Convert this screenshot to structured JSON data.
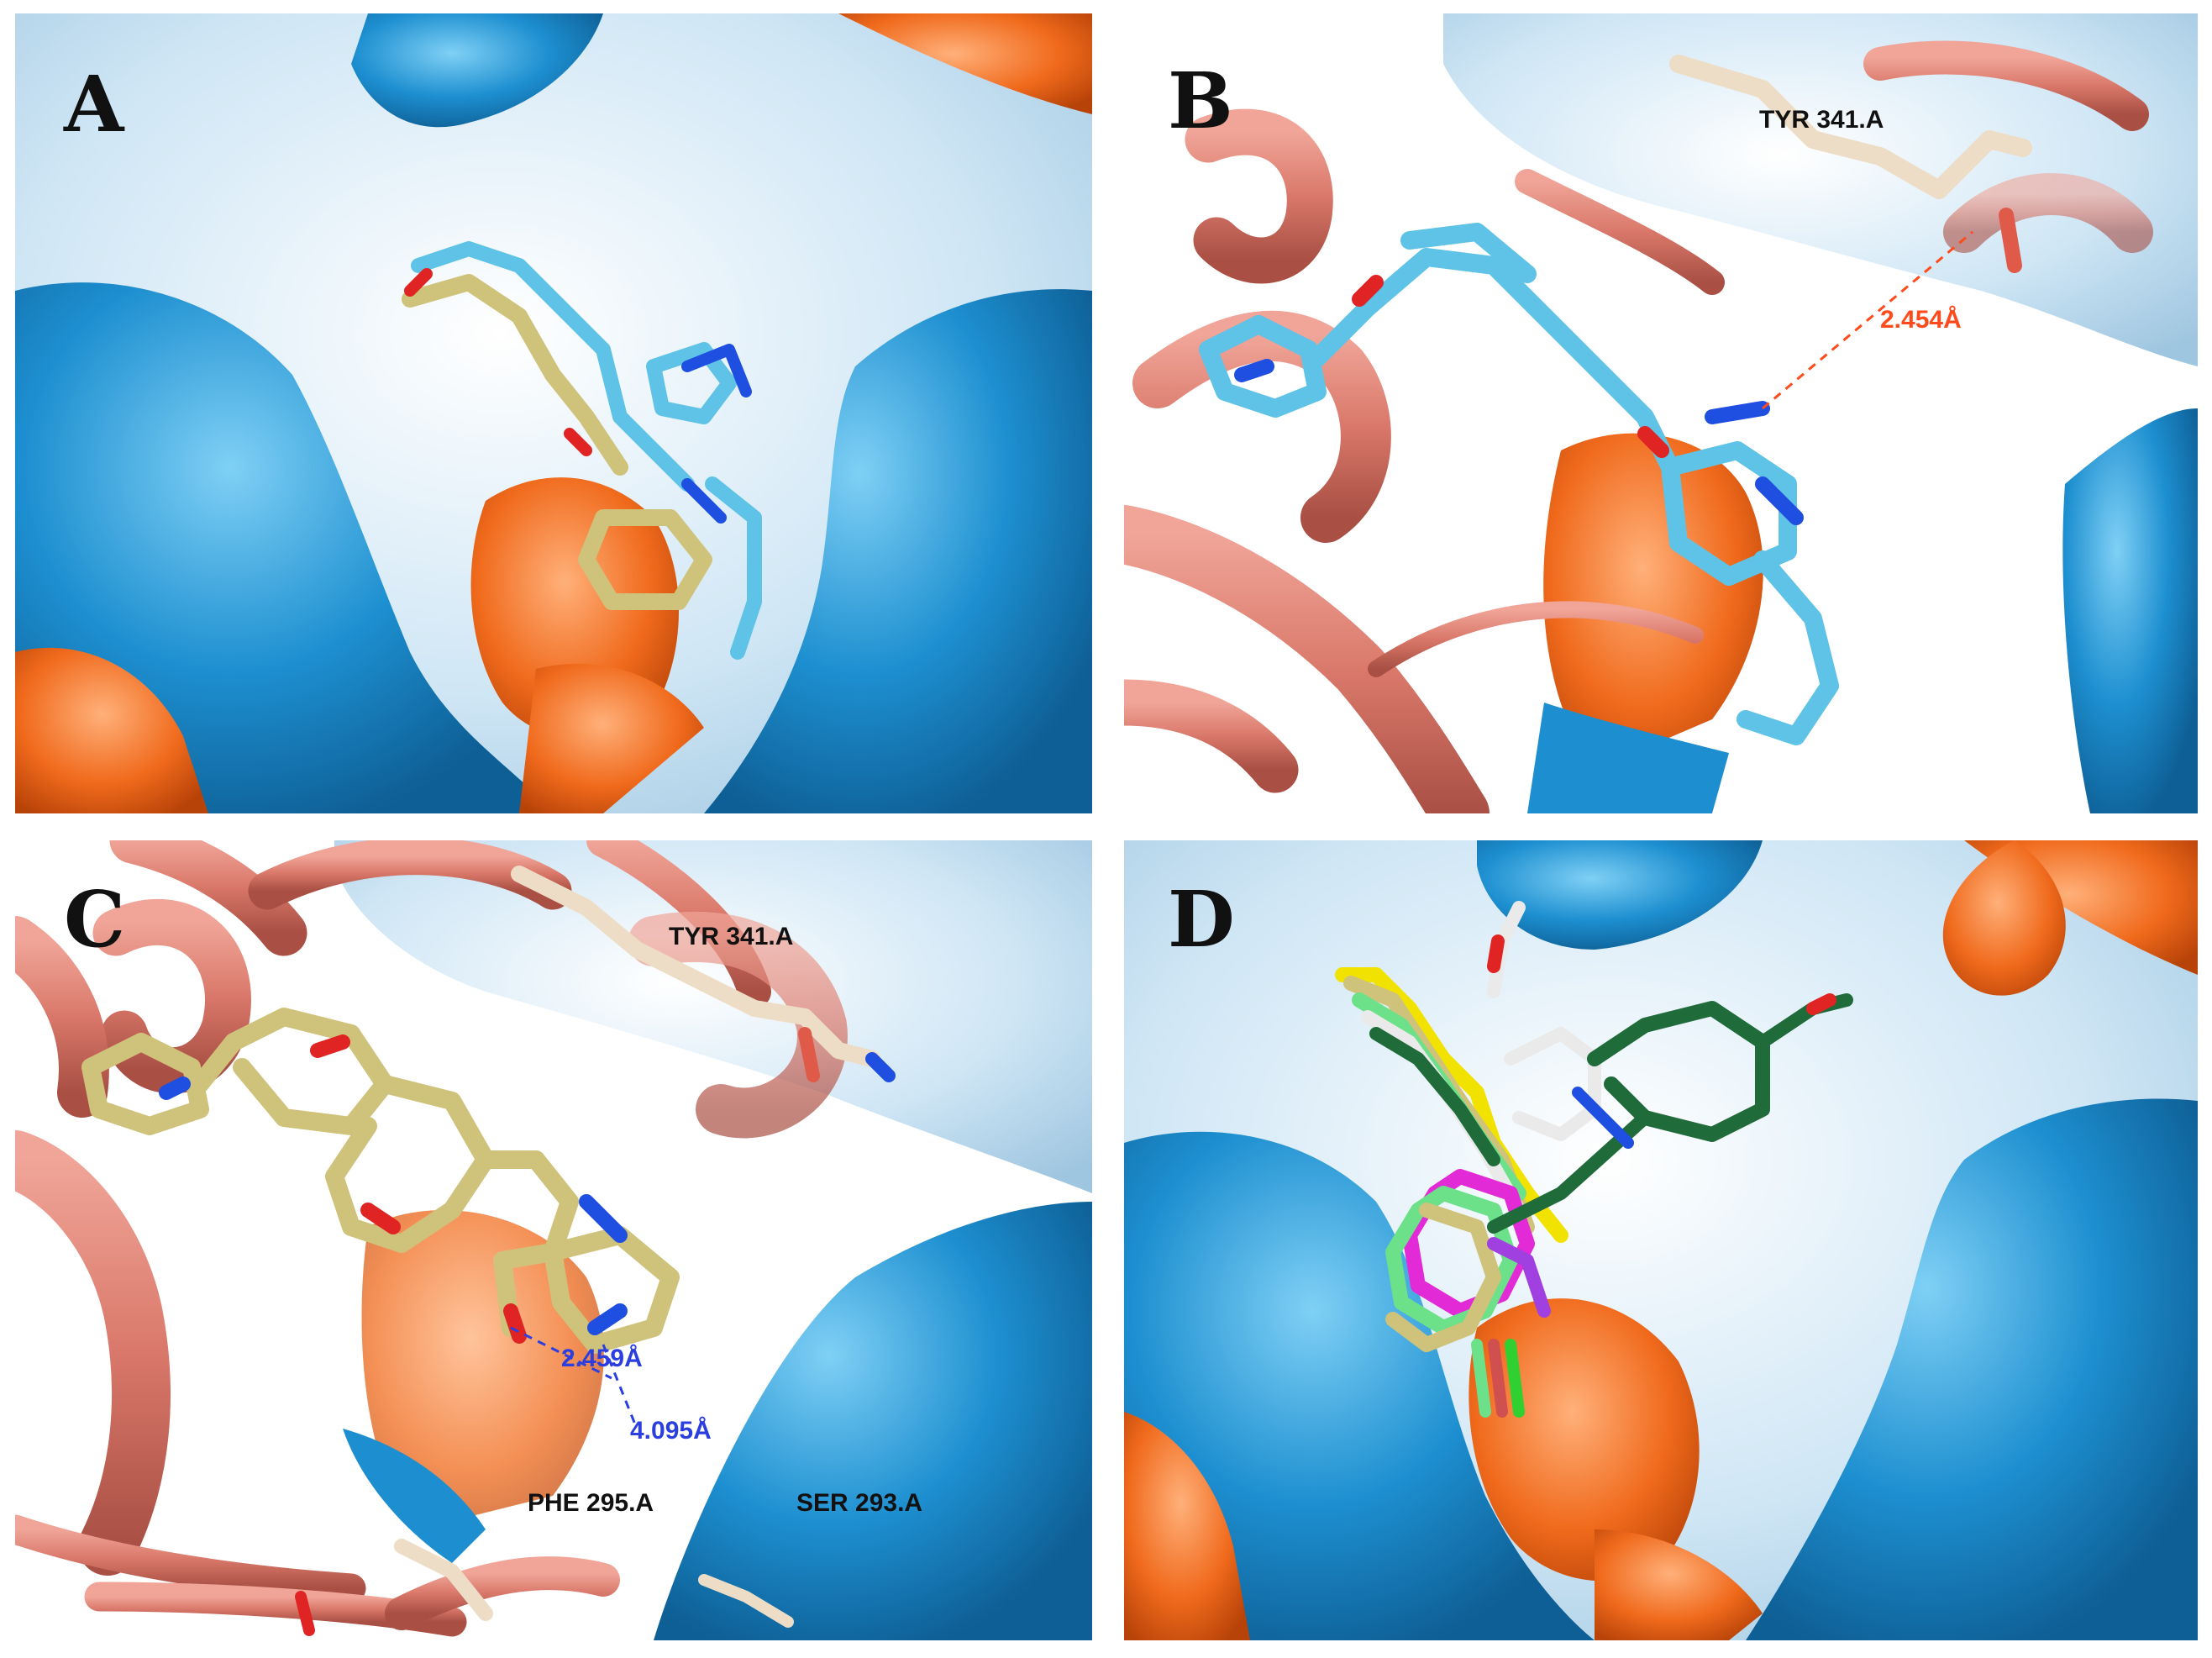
{
  "panels": {
    "a": {
      "letter": "A"
    },
    "b": {
      "letter": "B",
      "residue_labels": [
        "TYR 341.A"
      ],
      "distance_labels": [
        "2.454Å"
      ]
    },
    "c": {
      "letter": "C",
      "residue_labels": [
        "TYR 341.A",
        "PHE 295.A",
        "SER 293.A"
      ],
      "distance_labels": [
        "2.459Å",
        "4.095Å"
      ]
    },
    "d": {
      "letter": "D"
    }
  },
  "colors": {
    "surface_blue": "#1d8fd0",
    "surface_pale": "#cfe6f5",
    "surface_orange": "#f06a1c",
    "ribbon_salmon": "#d9786a",
    "ligand_cyan": "#5ec3e6",
    "ligand_khaki": "#cfc27a",
    "nitrogen": "#1f4fe0",
    "oxygen": "#e02424",
    "label_red": "#ff4a1c",
    "label_blue": "#2b3fe0"
  }
}
